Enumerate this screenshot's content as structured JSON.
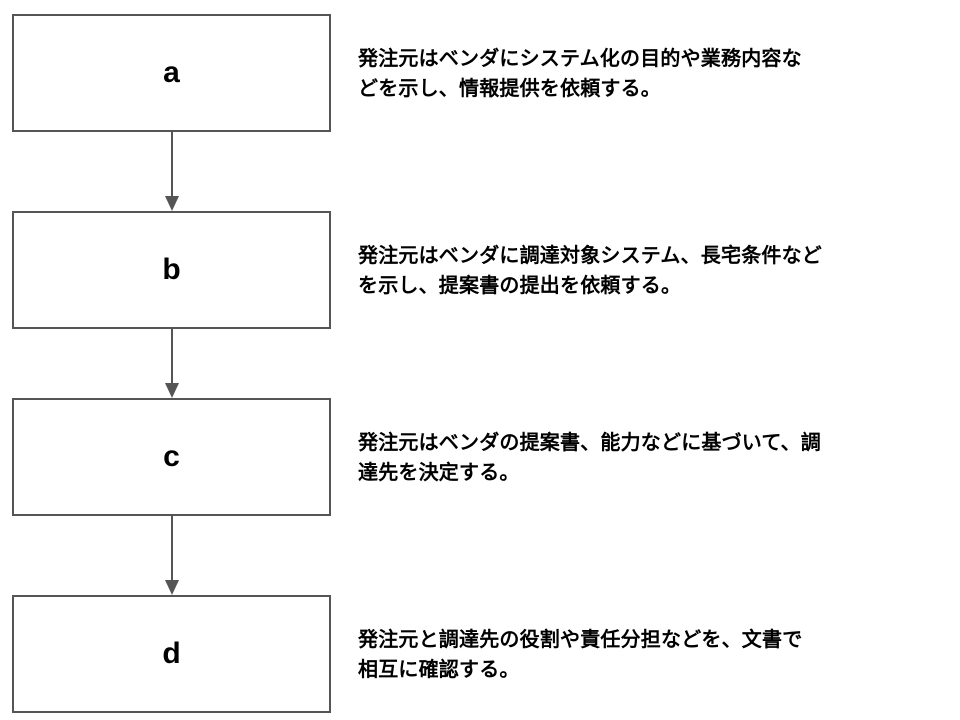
{
  "steps": [
    {
      "letter": "a",
      "lines": [
        "発注元はベンダにシステム化の目的や業務内容な",
        "どを示し、情報提供を依頼する。"
      ]
    },
    {
      "letter": "b",
      "lines": [
        "発注元はベンダに調達対象システム、長宅条件など",
        "を示し、提案書の提出を依頼する。"
      ]
    },
    {
      "letter": "c",
      "lines": [
        "発注元はベンダの提案書、能力などに基づいて、調",
        "達先を決定する。"
      ]
    },
    {
      "letter": "d",
      "lines": [
        "発注元と調達先の役割や責任分担などを、文書で",
        "相互に確認する。"
      ]
    }
  ],
  "colors": {
    "box_border": "#555555",
    "arrow": "#555555",
    "text": "#000000"
  }
}
